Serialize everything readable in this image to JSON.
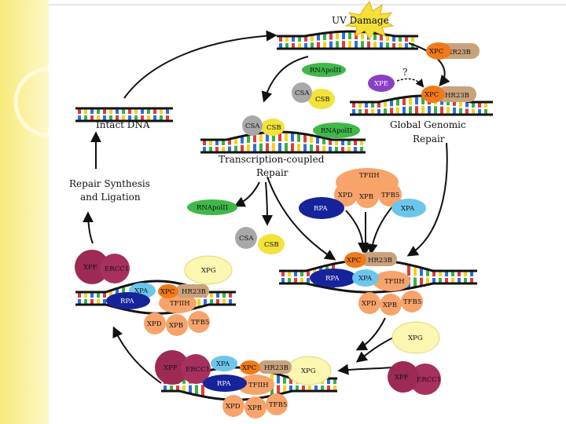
{
  "title": "UV Damage",
  "question_mark": "?",
  "stage_labels": {
    "intact": "Intact DNA",
    "ggr_line1": "Global Genomic",
    "ggr_line2": "Repair",
    "tcr_line1": "Transcription-coupled",
    "tcr_line2": "Repair",
    "synth_line1": "Repair Synthesis",
    "synth_line2": "and Ligation"
  },
  "proteins": {
    "xpc": "XPC",
    "hr23b": "HR23B",
    "xpe": "XPE",
    "rnapolii": "RNApolII",
    "csa": "CSA",
    "csb": "CSB",
    "tfiih": "TFIIH",
    "xpd": "XPD",
    "xpb": "XPB",
    "tfb5": "TFB5",
    "rpa": "RPA",
    "xpa": "XPA",
    "xpg": "XPG",
    "xpf": "XPF",
    "ercc1": "ERCC1"
  },
  "colors": {
    "background_band": "#fbf3a8",
    "xpc": "#f07a1a",
    "hr23b": "#c9a27c",
    "xpe": "#8a3fc4",
    "rnapolii": "#3fb84a",
    "csa": "#a8a8a8",
    "csb": "#f3e23a",
    "tfiih": "#f7a36a",
    "rpa": "#16239a",
    "xpa": "#6cc6ec",
    "xpg": "#fbf6b0",
    "xpf": "#9c2a55",
    "ercc1": "#a8305e",
    "dna_backbone": "#111111"
  }
}
